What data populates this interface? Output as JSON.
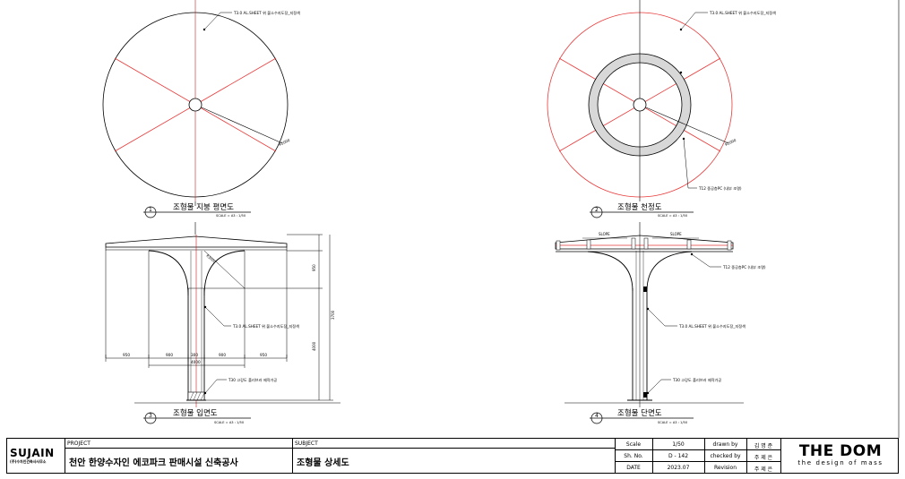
{
  "notes": {
    "al_sheet": "T3.0 AL.SHEET 위 불소수지도장_지정색",
    "polycarbonate": "T12 중공층PC (내부 조명)",
    "steel_pipe": "T30 고강도 폴리브러 제작가공"
  },
  "views": [
    {
      "number": "1",
      "title": "조형물 지붕 평면도",
      "scale": "SCALE = A3 : 1/50"
    },
    {
      "number": "2",
      "title": "조형물 천정도",
      "scale": "SCALE = A3 : 1/50"
    },
    {
      "number": "3",
      "title": "조형물 입면도",
      "scale": "SCALE = A3 : 1/50"
    },
    {
      "number": "4",
      "title": "조형물 단면도",
      "scale": "SCALE = A3 : 1/50"
    }
  ],
  "dims": {
    "radius": "R5000",
    "radius_small": "R3000",
    "widths": [
      "950",
      "900",
      "300",
      "900",
      "950"
    ],
    "total_width": "4000",
    "height_top": "950",
    "height_total": "3700",
    "height_lower": "4000",
    "slope": "SLOPE"
  },
  "title_block": {
    "company": "SUJAIN",
    "company_sub": "(주)수자인건축사사무소",
    "project_label": "PROJECT",
    "project_name": "천안 한양수자인 에코파크 판매시설 신축공사",
    "subject_label": "SUBJECT",
    "subject_name": "조형물 상세도",
    "scale_label": "Scale",
    "scale_value": "1/50",
    "drawn_label": "drawn by",
    "drawn_value": "김 명 준",
    "sheet_label": "Sh. No.",
    "sheet_value": "D - 142",
    "checked_label": "checked by",
    "checked_value": "주 제 은",
    "date_label": "DATE",
    "date_value": "2023.07",
    "revision_label": "Revision",
    "revision_value": "주 제 은",
    "brand": "THE DOM",
    "brand_sub": "the design of mass"
  }
}
